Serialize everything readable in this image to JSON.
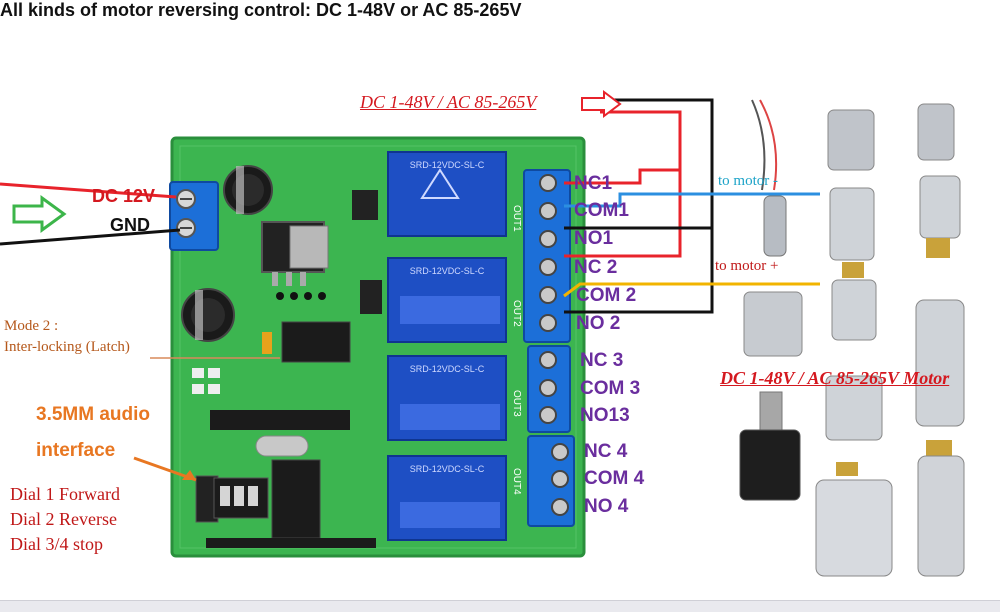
{
  "title": "All kinds of motor reversing control: DC 1-48V or AC 85-265V",
  "supply_top": "DC 1-48V / AC 85-265V",
  "power_label": "DC 12V",
  "gnd_label": "GND",
  "mode_label_1": "Mode 2 :",
  "mode_label_2": "Inter-locking (Latch)",
  "audio_label_1": "3.5MM audio",
  "audio_label_2": "interface",
  "dial_1": "Dial 1 Forward",
  "dial_2": "Dial 2 Reverse",
  "dial_3": "Dial 3/4 stop",
  "to_motor_minus": "to motor -",
  "to_motor_plus": "to motor +",
  "motor_label": "DC 1-48V / AC 85-265V Motor",
  "terminals": [
    "NC1",
    "COM1",
    "NO1",
    "NC 2",
    "COM 2",
    "NO 2",
    "NC 3",
    "COM 3",
    "NO13",
    "NC 4",
    "COM 4",
    "NO 4"
  ],
  "relay_label": "SRD-12VDC-SL-C",
  "out_labels": [
    "OUT1",
    "OUT2",
    "OUT3",
    "OUT4"
  ],
  "colors": {
    "pcb": "#3cb550",
    "pcb_dark": "#2a8f3c",
    "relay": "#1e4fc4",
    "terminal_block": "#1c6fd8",
    "wire_red": "#e8232b",
    "wire_black": "#111111",
    "wire_blue": "#2b8fe0",
    "wire_yellow": "#f2b400",
    "arrow_green": "#3cb54a",
    "supply_text": "#d4181f",
    "orange": "#e87722",
    "mode_text": "#b5581b",
    "terminal_text": "#6a2e9e",
    "cyan_text": "#1da3c8"
  }
}
